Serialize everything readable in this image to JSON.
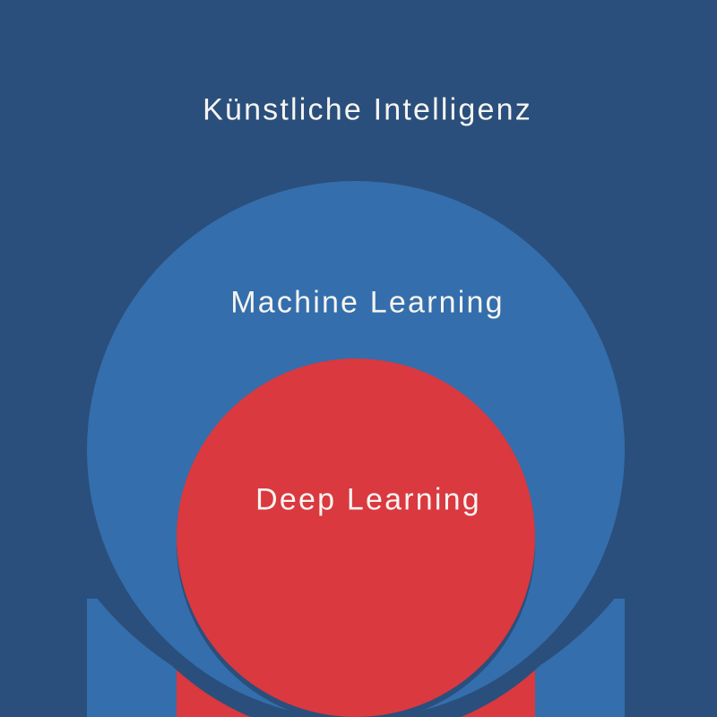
{
  "diagram": {
    "type": "nested-circles",
    "outer_label": "Künstliche Intelligenz",
    "middle_label": "Machine Learning",
    "inner_label": "Deep Learning",
    "nesting_order": [
      "Künstliche Intelligenz",
      "Machine Learning",
      "Deep Learning"
    ]
  },
  "colors": {
    "background_navy": "#2A4F7C",
    "machine_learning_blue": "#346EAC",
    "deep_learning_red": "#D9393F",
    "label_text": "#F6F4F1"
  }
}
